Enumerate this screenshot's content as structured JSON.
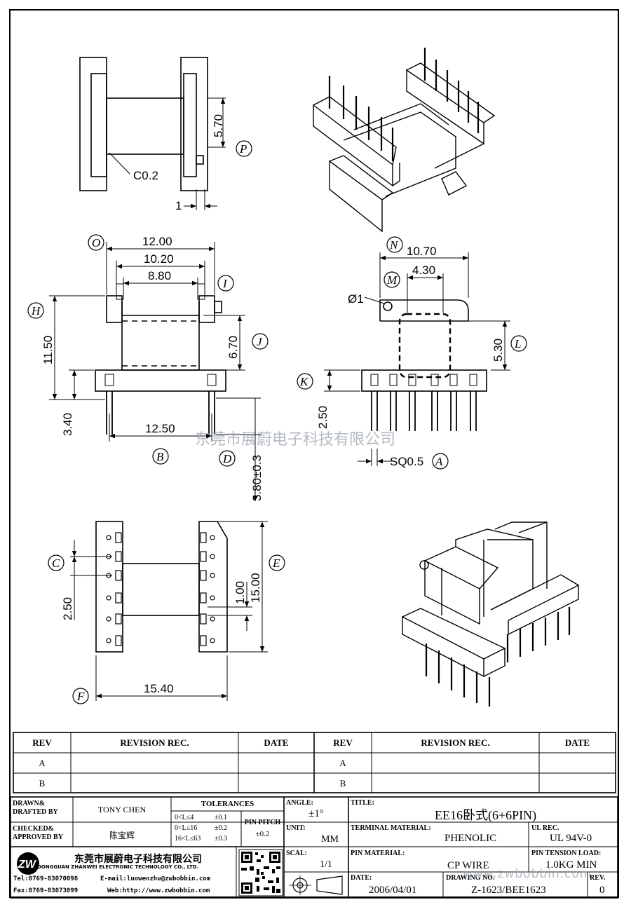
{
  "views": {
    "side": {
      "dim_570": "5.70",
      "chamfer": "C0.2",
      "dim_1": "1",
      "label_p": "P"
    },
    "front": {
      "label_o": "O",
      "label_i": "I",
      "label_h": "H",
      "label_j": "J",
      "label_b": "B",
      "label_d": "D",
      "dim_1200": "12.00",
      "dim_1020": "10.20",
      "dim_880": "8.80",
      "dim_1150": "11.50",
      "dim_670": "6.70",
      "dim_340": "3.40",
      "dim_1250": "12.50",
      "dim_380": "3.80±0.3"
    },
    "end": {
      "label_n": "N",
      "label_m": "M",
      "label_l": "L",
      "label_k": "K",
      "label_a": "A",
      "dim_1070": "10.70",
      "dim_430": "4.30",
      "dim_phi1": "Ø1",
      "dim_530": "5.30",
      "dim_250": "2.50",
      "dim_sq": "SQ0.5"
    },
    "bottom": {
      "label_c": "C",
      "label_e": "E",
      "label_f": "F",
      "dim_250": "2.50",
      "dim_100": "1.00",
      "dim_1500": "15.00",
      "dim_1540": "15.40"
    }
  },
  "watermark": {
    "company": "东莞市展蔚电子科技有限公司",
    "url": "www.zwbobbin.com"
  },
  "revision_table": {
    "headers": [
      "REV",
      "REVISION REC.",
      "DATE",
      "REV",
      "REVISION REC.",
      "DATE"
    ],
    "rows": [
      [
        "A",
        "",
        "",
        "A",
        "",
        ""
      ],
      [
        "B",
        "",
        "",
        "B",
        "",
        ""
      ]
    ]
  },
  "title_block": {
    "drawn_label": "DRAWN& DRAFTED BY",
    "drawn_value": "TONY CHEN",
    "checked_label": "CHECKED& APPROVED BY",
    "checked_value": "陈宝辉",
    "tolerances_label": "TOLERANCES",
    "tol_rows": [
      {
        "range": "0<L≤4",
        "tol": "±0.1"
      },
      {
        "range": "0<L≤16",
        "tol": "±0.2"
      },
      {
        "range": "16<L≤63",
        "tol": "±0.3"
      }
    ],
    "pin_pitch_label": "PIN PITCH",
    "pin_pitch_value": "±0.2",
    "angle_label": "ANGLE:",
    "angle_value": "±1°",
    "unit_label": "UNIT:",
    "unit_value": "MM",
    "scale_label": "SCAL:",
    "scale_value": "1/1",
    "title_label": "TITLE:",
    "title_value": "EE16卧式(6+6PIN)",
    "terminal_label": "TERMINAL MATERIAL:",
    "terminal_value": "PHENOLIC",
    "ul_label": "UL REC.",
    "ul_value": "UL 94V-0",
    "pin_mat_label": "PIN MATERIAL:",
    "pin_mat_value": "CP WIRE",
    "tension_label": "PIN TENSION LOAD:",
    "tension_value": "1.0KG MIN",
    "date_label": "DATE:",
    "date_value": "2006/04/01",
    "drawing_label": "DRAWING NO.",
    "drawing_value": "Z-1623/BEE1623",
    "rev_label": "REV.",
    "rev_value": "0",
    "company_cn": "东莞市展蔚电子科技有限公司",
    "company_en": "DONGGUAN ZHANWEI ELECTRONIC TECHNOLOGY CO., LTD.",
    "tel": "Tel:0769-83070098",
    "email": "E-mail:luowenzhu@zwbobbin.com",
    "fax": "Fax:0769-83073099",
    "web": "Web:http://www.zwbobbin.com",
    "logo_text": "ZW"
  }
}
